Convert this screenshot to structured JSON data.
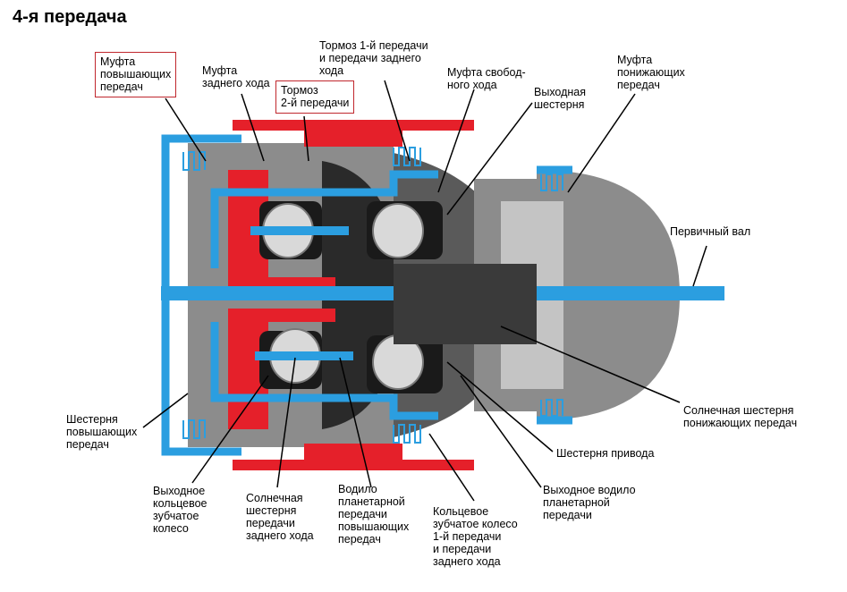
{
  "title": "4-я передача",
  "labels": {
    "upshift_clutch": "Муфта\nповышающих\nпередач",
    "reverse_clutch": "Муфта\nзаднего хода",
    "brake_2nd": "Тормоз\n2-й передачи",
    "brake_1st_reverse": "Тормоз 1-й передачи\nи передачи заднего\nхода",
    "freewheel_clutch": "Муфта свобод-\nного хода",
    "output_gear": "Выходная\nшестерня",
    "downshift_clutch": "Муфта\nпонижающих\nпередач",
    "input_shaft": "Первичный вал",
    "downshift_sun_gear": "Солнечная шестерня\nпонижающих передач",
    "drive_gear": "Шестерня привода",
    "output_carrier": "Выходное водило\nпланетарной\nпередачи",
    "ring_gear_1st_reverse": "Кольцевое\nзубчатое колесо\n1-й передачи\nи передачи\nзаднего хода",
    "upshift_carrier": "Водило\nпланетарной\nпередачи\nповышающих\nпередач",
    "reverse_sun_gear": "Солнечная\nшестерня\nпередачи\nзаднего хода",
    "output_ring_gear": "Выходное\nкольцевое\nзубчатое\nколесо",
    "upshift_gear": "Шестерня\nповышающих\nпередач"
  },
  "colors": {
    "active_blue": "#2b9ee0",
    "brake_red": "#e5202a",
    "dark": "#111111",
    "gray_dark": "#5a5a5a",
    "gray_mid": "#8c8c8c",
    "gray_light": "#c4c4c4",
    "frame_red": "#c0272d"
  }
}
